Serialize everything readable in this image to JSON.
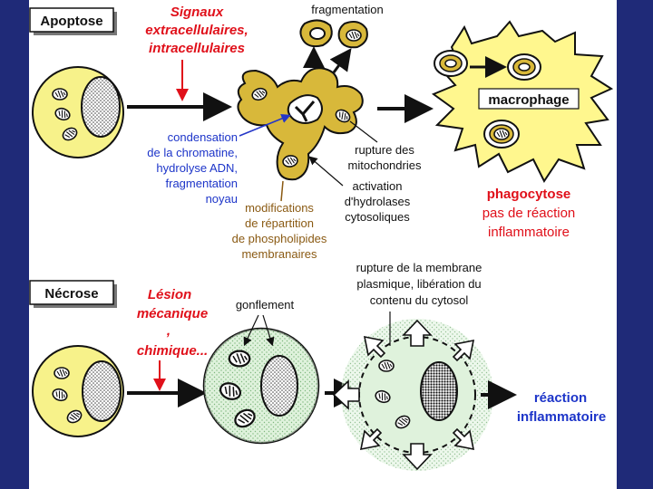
{
  "colors": {
    "background": "#1f2a78",
    "panel": "#ffffff",
    "cell_fill": "#f7f28a",
    "macrophage_fill": "#fff78e",
    "apoptotic_body_fill": "#d8b83a",
    "swollen_fill": "#dff2dc",
    "spill_dots": "#3f8f3f",
    "red_text": "#e0101a",
    "blue_text": "#1d35c9",
    "brown_text": "#8a5a13",
    "arrow_blue": "#2436c8"
  },
  "apoptose": {
    "label": "Apoptose",
    "signal_lines": [
      "Signaux",
      "extracellulaires,",
      "intracellulaires"
    ],
    "fragmentation": "fragmentation",
    "macrophage": "macrophage",
    "condensation_lines": [
      "condensation",
      "de la chromatine,",
      "hydrolyse ADN,",
      "fragmentation",
      "noyau"
    ],
    "modifications_lines": [
      "modifications",
      "de répartition",
      "de phospholipides",
      "membranaires"
    ],
    "rupture_mito_lines": [
      "rupture des",
      "mitochondries"
    ],
    "activation_lines": [
      "activation",
      "d'hydrolases",
      "cytosoliques"
    ],
    "outcome_lines": [
      "phagocytose",
      "pas de réaction",
      "inflammatoire"
    ]
  },
  "necrose": {
    "label": "Nécrose",
    "lesion_lines": [
      "Lésion",
      "mécanique",
      ",",
      "chimique..."
    ],
    "gonflement": "gonflement",
    "rupture_lines": [
      "rupture de la membrane",
      "plasmique, libération du",
      "contenu du cytosol"
    ],
    "outcome_lines": [
      "réaction",
      "inflammatoire"
    ]
  }
}
